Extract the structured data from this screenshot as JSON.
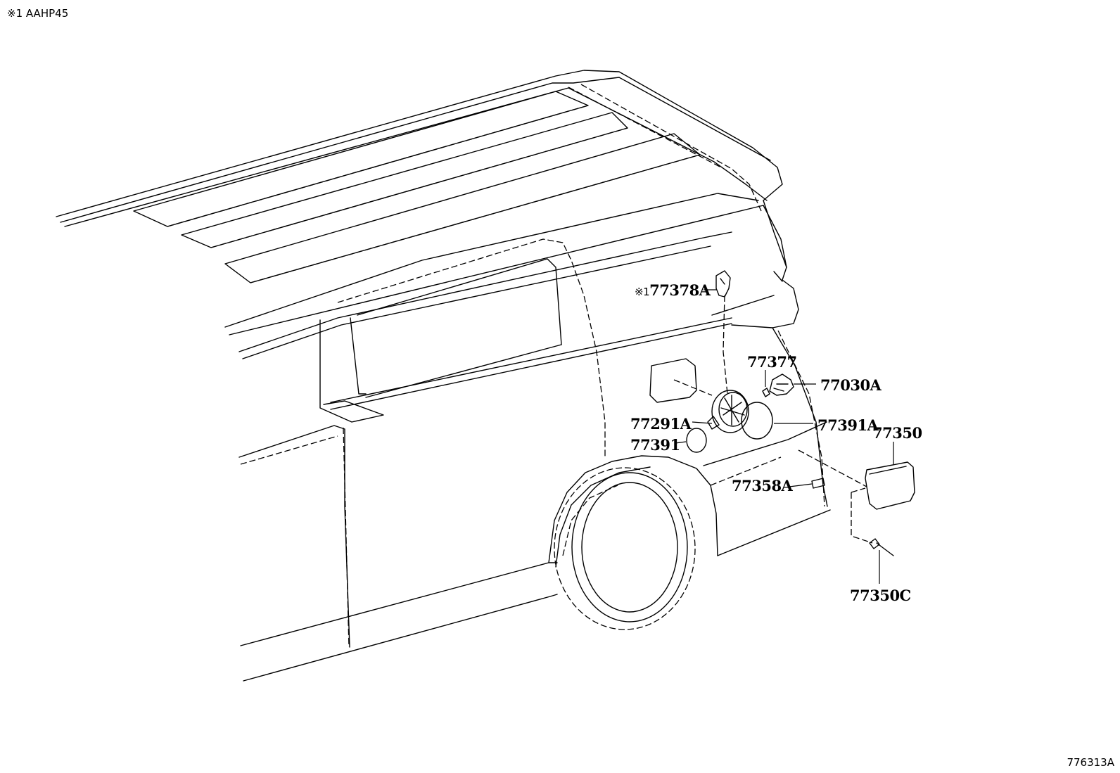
{
  "header_note": "※1 AAHP45",
  "figure_code": "776313A",
  "parts": [
    {
      "label": "77378A",
      "marker": "※1"
    },
    {
      "label": "77377"
    },
    {
      "label": "77030A"
    },
    {
      "label": "77291A"
    },
    {
      "label": "77391A"
    },
    {
      "label": "77350"
    },
    {
      "label": "77391"
    },
    {
      "label": "77358A"
    },
    {
      "label": "77350C"
    }
  ]
}
